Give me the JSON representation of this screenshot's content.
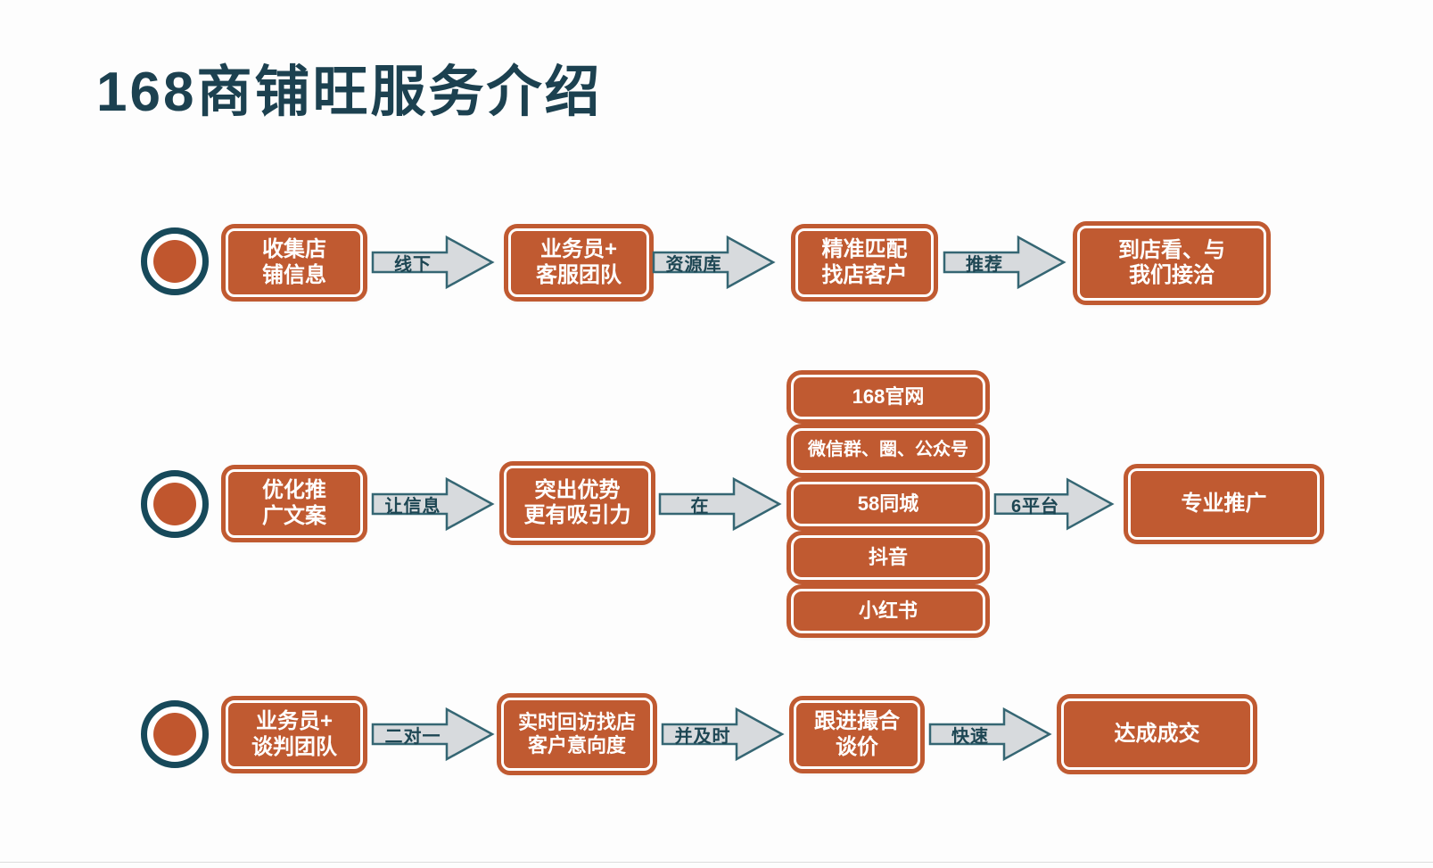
{
  "page": {
    "title": "168商铺旺服务介绍",
    "background": "#fdfdfd"
  },
  "colors": {
    "node_orange": "#c05a31",
    "title_teal": "#1c4150",
    "circle_ring_teal": "#17495a",
    "arrow_fill": "#d7dadd",
    "arrow_stroke": "#356673",
    "node_text": "#ffffff"
  },
  "flow": {
    "row1": {
      "step1": "收集店\n铺信息",
      "arrow1": "线下",
      "step2": "业务员+\n客服团队",
      "arrow2": "资源库",
      "step3": "精准匹配\n找店客户",
      "arrow3": "推荐",
      "step4": "到店看、与\n我们接洽"
    },
    "row2": {
      "step1": "优化推\n广文案",
      "arrow1": "让信息",
      "step2": "突出优势\n更有吸引力",
      "arrow2": "在",
      "platforms": [
        "168官网",
        "微信群、圈、公众号",
        "58同城",
        "抖音",
        "小红书"
      ],
      "arrow3": "6平台",
      "step3": "专业推广"
    },
    "row3": {
      "step1": "业务员+\n谈判团队",
      "arrow1": "二对一",
      "step2": "实时回访找店\n客户意向度",
      "arrow2": "并及时",
      "step3": "跟进撮合\n谈价",
      "arrow3": "快速",
      "step4": "达成成交"
    }
  }
}
